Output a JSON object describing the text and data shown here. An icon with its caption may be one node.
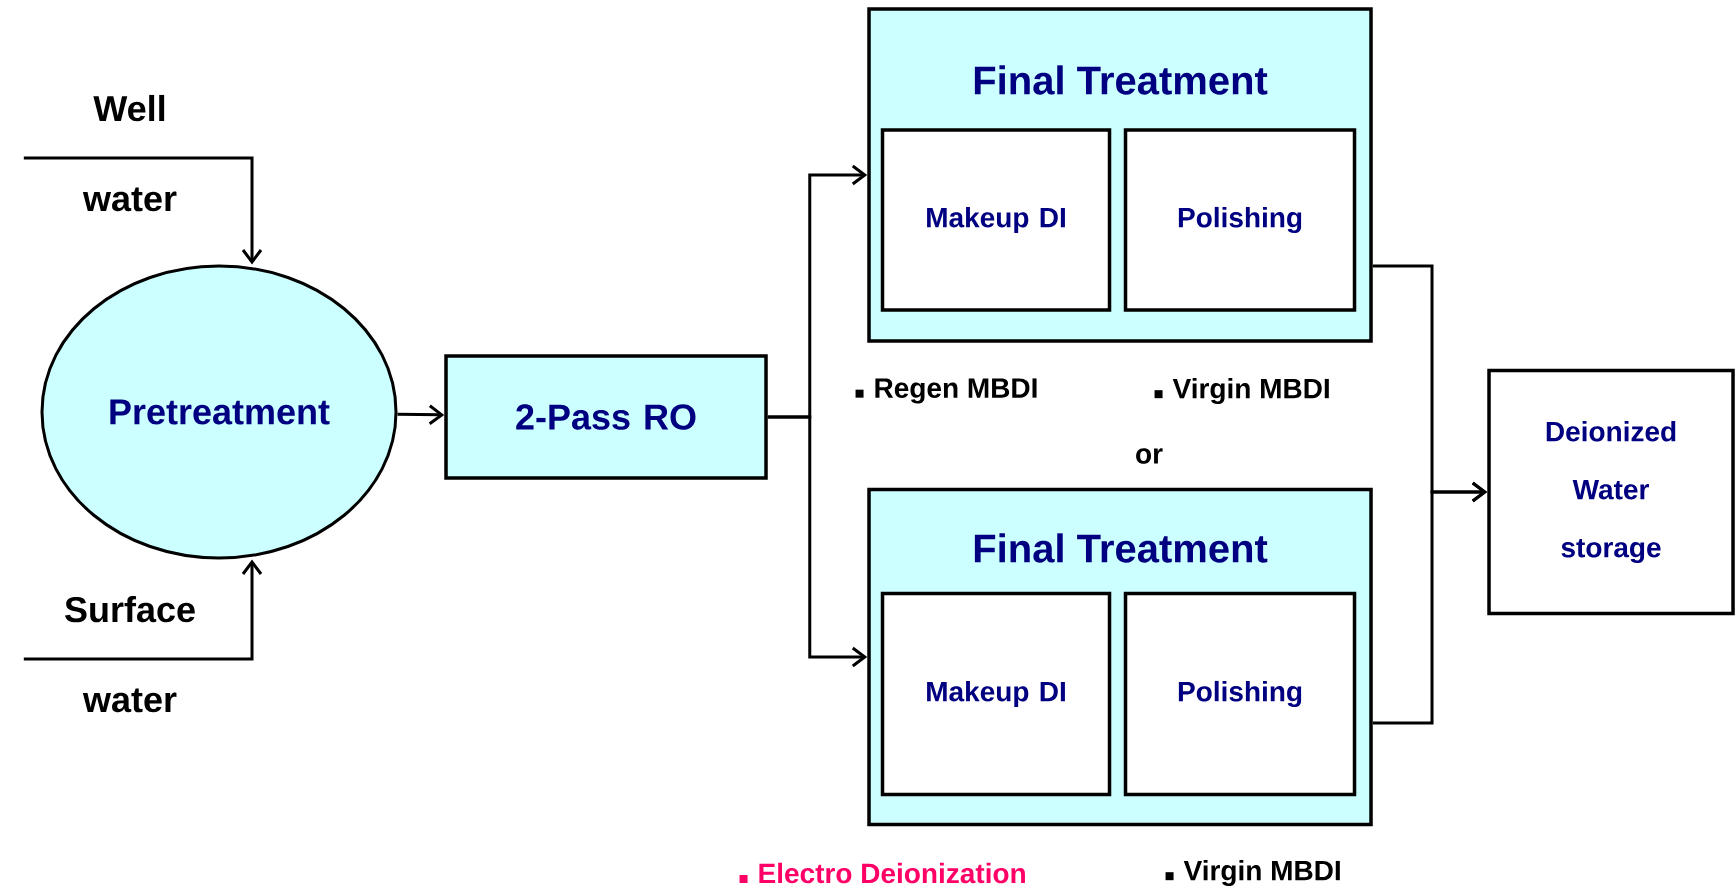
{
  "diagram": {
    "nodes": [
      {
        "text": [
          "Well",
          "water"
        ]
      },
      {
        "text": [
          "Surface",
          "water"
        ]
      },
      {
        "text": [
          "Pretreatment"
        ]
      },
      {
        "text": [
          "2-Pass RO"
        ]
      },
      {
        "text": [
          "Final Treatment"
        ],
        "beside": [
          "Regen MBDI",
          "Virgin MBDI"
        ]
      },
      {
        "text": [
          "Makeup DI"
        ],
        "in": 4
      },
      {
        "text": [
          "Polishing"
        ],
        "in": 4
      },
      {
        "text": [
          "Final Treatment"
        ],
        "beside": [
          "Electro Deionization",
          "Virgin MBDI"
        ]
      },
      {
        "text": [
          "Makeup DI"
        ],
        "in": 7
      },
      {
        "text": [
          "Polishing"
        ],
        "in": 7
      },
      {
        "text": [
          "Deionized Water storage"
        ]
      }
    ],
    "edges": [
      {
        "from": 0,
        "to": 2,
        "arrow": "to"
      },
      {
        "from": 1,
        "to": 2,
        "arrow": "to"
      },
      {
        "from": 2,
        "to": 3,
        "arrow": "to"
      },
      {
        "from": 3,
        "to": 4,
        "arrow": "to"
      },
      {
        "from": 3,
        "to": 7,
        "arrow": "to"
      },
      {
        "from": 4,
        "to": 10,
        "arrow": "to"
      },
      {
        "from": 7,
        "to": 10,
        "arrow": "to"
      }
    ],
    "labels": [
      "or"
    ]
  }
}
